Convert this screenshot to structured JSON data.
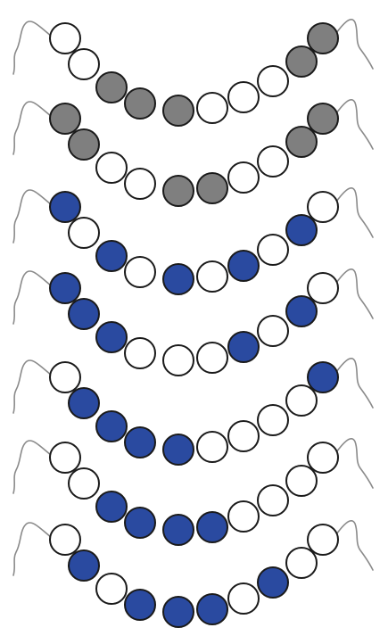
{
  "colors": {
    "gray": "#7f7f7f",
    "blue": "#2a4aa0",
    "white": "#ffffff",
    "outline": "#1a1a1a",
    "cord": "#8a8a8a"
  },
  "strands": [
    {
      "beads": [
        "white",
        "white",
        "gray",
        "gray",
        "gray",
        "white",
        "white",
        "white",
        "gray",
        "gray"
      ]
    },
    {
      "beads": [
        "gray",
        "gray",
        "white",
        "white",
        "gray",
        "gray",
        "white",
        "white",
        "gray",
        "gray"
      ]
    },
    {
      "beads": [
        "blue",
        "white",
        "blue",
        "white",
        "blue",
        "white",
        "blue",
        "white",
        "blue",
        "white"
      ]
    },
    {
      "beads": [
        "blue",
        "blue",
        "blue",
        "white",
        "white",
        "white",
        "blue",
        "white",
        "blue",
        "white"
      ]
    },
    {
      "beads": [
        "white",
        "blue",
        "blue",
        "blue",
        "blue",
        "white",
        "white",
        "white",
        "white",
        "blue"
      ]
    },
    {
      "beads": [
        "white",
        "white",
        "blue",
        "blue",
        "blue",
        "blue",
        "white",
        "white",
        "white",
        "white"
      ]
    },
    {
      "beads": [
        "white",
        "blue",
        "white",
        "blue",
        "blue",
        "blue",
        "white",
        "blue",
        "white",
        "white"
      ]
    }
  ]
}
